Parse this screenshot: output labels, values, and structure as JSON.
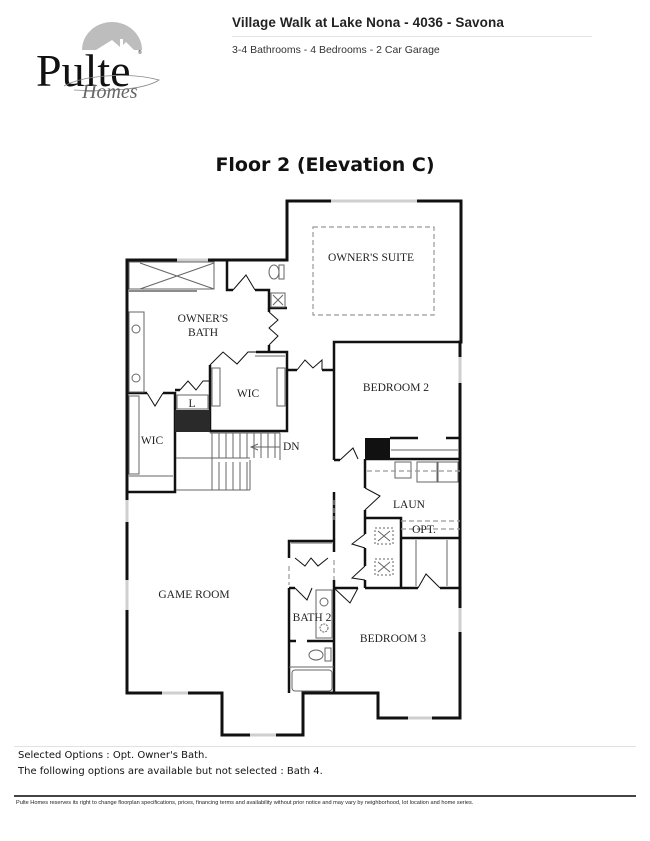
{
  "header": {
    "brand": "Pulte",
    "brand_sub": "Homes",
    "title": "Village Walk at Lake Nona - 4036 - Savona",
    "subtitle": "3-4 Bathrooms - 4 Bedrooms - 2 Car Garage"
  },
  "plan": {
    "title": "Floor 2 (Elevation C)",
    "rooms": {
      "owners_suite": "OWNER'S SUITE",
      "owners_bath_1": "OWNER'S",
      "owners_bath_2": "BATH",
      "wic_center": "WIC",
      "wic_left": "WIC",
      "linen": "L",
      "stairs_dn": "DN",
      "bedroom2": "BEDROOM 2",
      "laundry": "LAUN",
      "laundry_opt": "OPT.",
      "game_room": "GAME ROOM",
      "bath2": "BATH 2",
      "bedroom3": "BEDROOM 3"
    }
  },
  "options": {
    "selected": "Selected Options : Opt. Owner's Bath.",
    "available": "The following options are available but not selected : Bath 4."
  },
  "footer": {
    "disclaimer": "Pulte Homes reserves its right to change floorplan specifications, prices, financing terms and availability without prior notice and may vary by neighborhood, lot location and home series."
  },
  "colors": {
    "wall": "#111111",
    "fixture": "#777777",
    "dashed": "#999999"
  }
}
